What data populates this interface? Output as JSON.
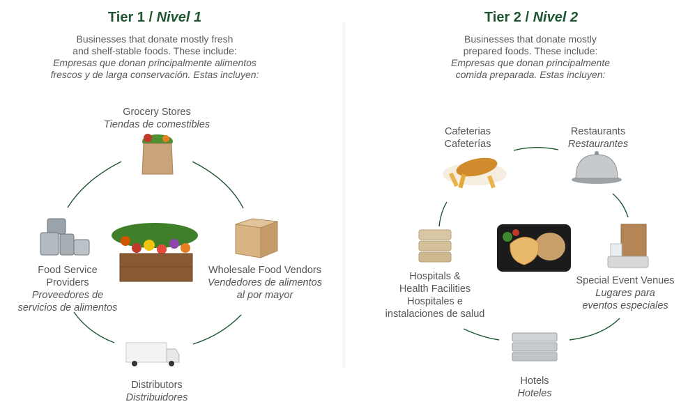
{
  "tier1": {
    "title_en": "Tier 1 / ",
    "title_es": "Nivel 1",
    "intro_en_1": "Businesses that donate mostly fresh",
    "intro_en_2": "and shelf-stable foods. These include:",
    "intro_es_1": "Empresas que donan principalmente alimentos",
    "intro_es_2": "frescos y de larga conservación. Estas incluyen:",
    "items": {
      "grocery": {
        "en": "Grocery Stores",
        "es": "Tiendas de comestibles",
        "icon": "grocery-bag-icon"
      },
      "wholesale": {
        "en": "Wholesale Food Vendors",
        "es_1": "Vendedores de alimentos",
        "es_2": "al por mayor",
        "icon": "wooden-crate-icon"
      },
      "distributors": {
        "en": "Distributors",
        "es": "Distribuidores",
        "icon": "delivery-truck-icon"
      },
      "foodservice": {
        "en_1": "Food Service",
        "en_2": "Providers",
        "es_1": "Proveedores de",
        "es_2": "servicios de alimentos",
        "icon": "canned-goods-icon"
      }
    },
    "center_icon": "produce-crate-icon"
  },
  "tier2": {
    "title_en": "Tier 2 / ",
    "title_es": "Nivel 2",
    "intro_en_1": "Businesses that donate mostly",
    "intro_en_2": "prepared foods. These include:",
    "intro_es_1": "Empresas que donan principalmente",
    "intro_es_2": "comida preparada. Estas incluyen:",
    "items": {
      "cafeterias": {
        "en": "Cafeterias",
        "es": "Cafeterías",
        "icon": "fish-and-chips-icon"
      },
      "restaurants": {
        "en": "Restaurants",
        "es": "Restaurantes",
        "icon": "cloche-icon"
      },
      "events": {
        "en": "Special Event Venues",
        "es_1": "Lugares para",
        "es_2": "eventos especiales",
        "icon": "takeout-bag-icon"
      },
      "hotels": {
        "en": "Hotels",
        "es": "Hoteles",
        "icon": "foil-trays-icon"
      },
      "hospitals": {
        "en_1": "Hospitals &",
        "en_2": "Health Facilities",
        "es_1": "Hospitales e",
        "es_2": "instalaciones de salud",
        "icon": "stacked-containers-icon"
      }
    },
    "center_icon": "meal-container-icon"
  },
  "colors": {
    "accent": "#1e5631",
    "text": "#555555",
    "divider": "#e3e3e3"
  }
}
